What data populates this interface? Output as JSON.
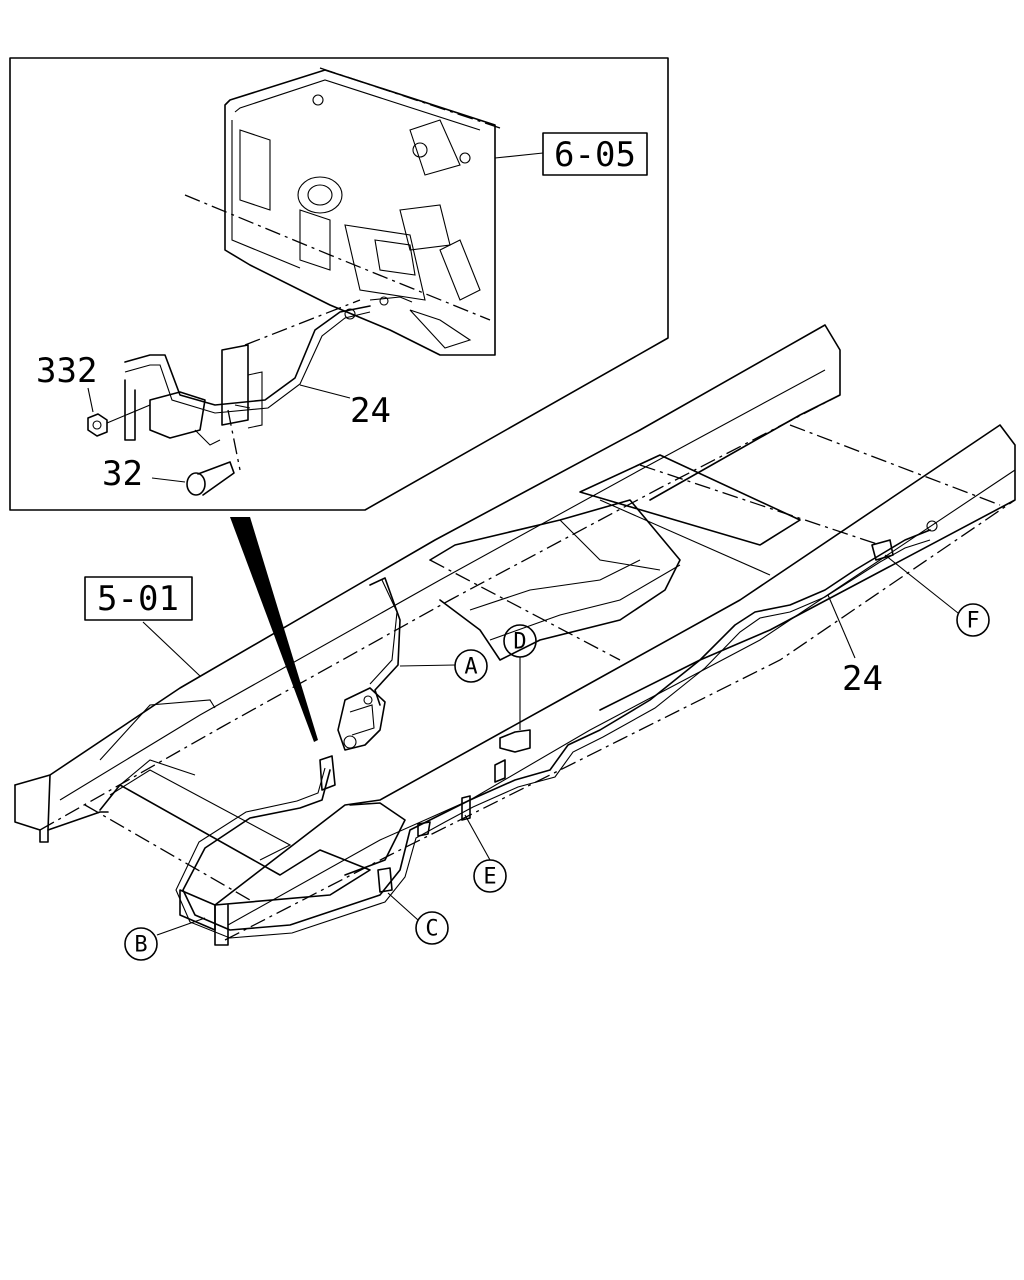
{
  "refs": {
    "inset_ref": "6-05",
    "frame_ref": "5-01"
  },
  "parts": {
    "nut": "332",
    "bolt": "32",
    "cable_inset": "24",
    "cable_main": "24"
  },
  "callouts": {
    "a": "A",
    "b": "B",
    "c": "C",
    "d": "D",
    "e": "E",
    "f": "F"
  }
}
